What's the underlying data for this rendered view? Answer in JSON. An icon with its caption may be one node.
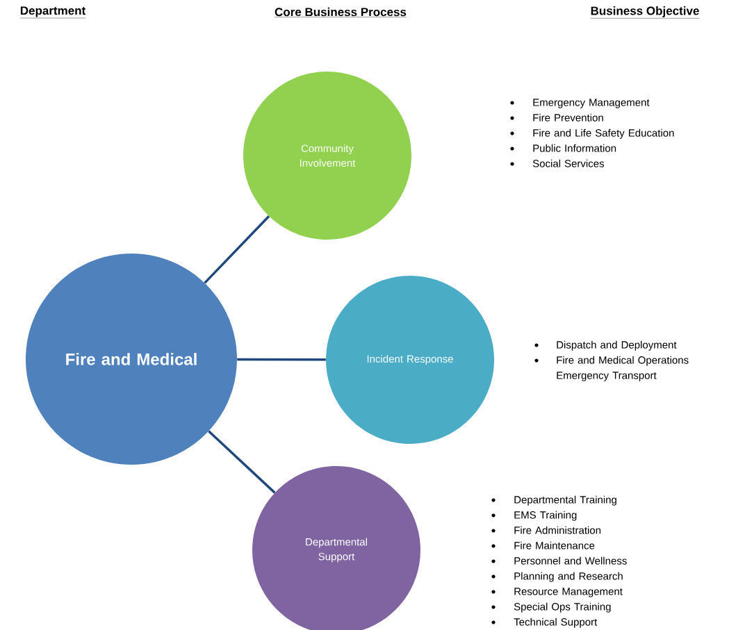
{
  "diagram": {
    "nodes": [
      {
        "text": [
          "Fire and Medical"
        ]
      },
      {
        "text": [
          "Community Involvement"
        ],
        "beside": [
          "Emergency Management",
          "Fire Prevention",
          "Fire and Life Safety Education",
          "Public Information",
          "Social Services"
        ]
      },
      {
        "text": [
          "Incident Response"
        ],
        "beside": [
          "Dispatch and Deployment",
          "Fire and Medical Operations Emergency Transport"
        ]
      },
      {
        "text": [
          "Departmental Support"
        ],
        "beside": [
          "Departmental Training",
          "EMS Training",
          "Fire Administration",
          "Fire Maintenance",
          "Personnel and Wellness",
          "Planning and Research",
          "Resource Management",
          "Special Ops Training",
          "Technical Support"
        ]
      }
    ],
    "edges": [
      {
        "from": 0,
        "to": 1,
        "arrow": "none"
      },
      {
        "from": 0,
        "to": 2,
        "arrow": "none"
      },
      {
        "from": 0,
        "to": 3,
        "arrow": "none"
      }
    ],
    "labels": [
      "Department",
      "Core Business Process",
      "Business Objective"
    ]
  }
}
